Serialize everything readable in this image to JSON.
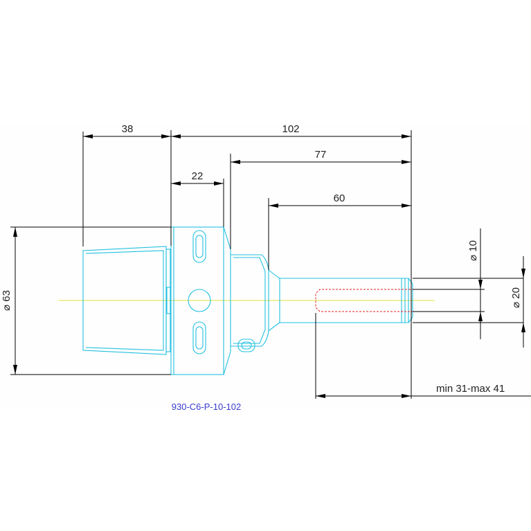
{
  "dimensions": {
    "d38": "38",
    "d102": "102",
    "d22": "22",
    "d77": "77",
    "d60": "60",
    "d63": "⌀ 63",
    "d10": "⌀ 10",
    "d20": "⌀ 20",
    "dmin": "min 31-max 41"
  },
  "part_number": "930-C6-P-10-102",
  "colors": {
    "part_outline": "#22c0e0",
    "center_axis": "#e0e040",
    "hidden_line": "#e02020",
    "dimension": "#000000",
    "part_label": "#3a3ad0"
  }
}
